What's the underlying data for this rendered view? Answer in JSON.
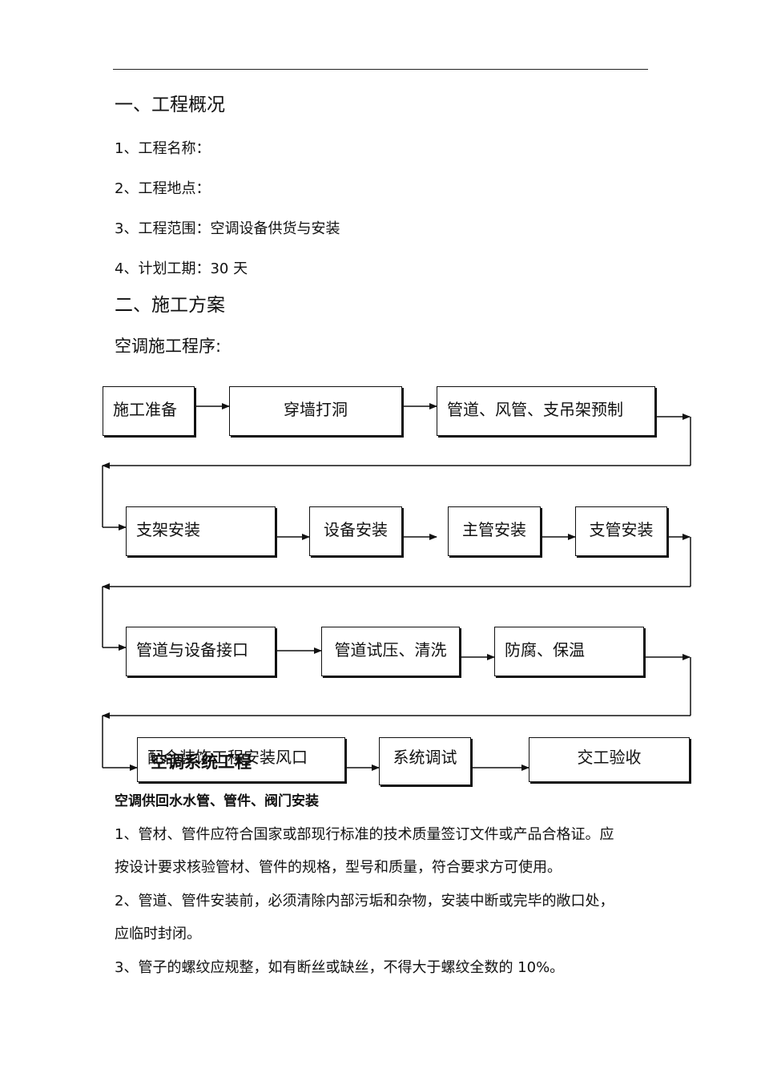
{
  "sections": {
    "overview_title": "一、工程概况",
    "item1": "1、工程名称：",
    "item2": "2、工程地点：",
    "item3": "3、工程范围：空调设备供货与安装",
    "item4": "4、计划工期：30 天",
    "plan_title": "二、施工方案",
    "procedure_title": "空调施工程序:"
  },
  "flowchart": {
    "steps": [
      "施工准备",
      "穿墙打洞",
      "管道、风管、支吊架预制",
      "支架安装",
      "设备安装",
      "主管安装",
      "支管安装",
      "管道与设备接口",
      "管道试压、清洗",
      "防腐、保温",
      "配合装饰工程安装风口",
      "系统调试",
      "交工验收"
    ]
  },
  "hvac": {
    "title": "空调系统工程",
    "subtitle": "空调供回水水管、管件、阀门安装",
    "p1a": "1、管材、管件应符合国家或部现行标准的技术质量签订文件或产品合格证。应",
    "p1b": "按设计要求核验管材、管件的规格，型号和质量，符合要求方可使用。",
    "p2a": "2、管道、管件安装前，必须清除内部污垢和杂物，安装中断或完毕的敞口处，",
    "p2b": "应临时封闭。",
    "p3": "3、管子的螺纹应规整，如有断丝或缺丝，不得大于螺纹全数的 10%。"
  }
}
